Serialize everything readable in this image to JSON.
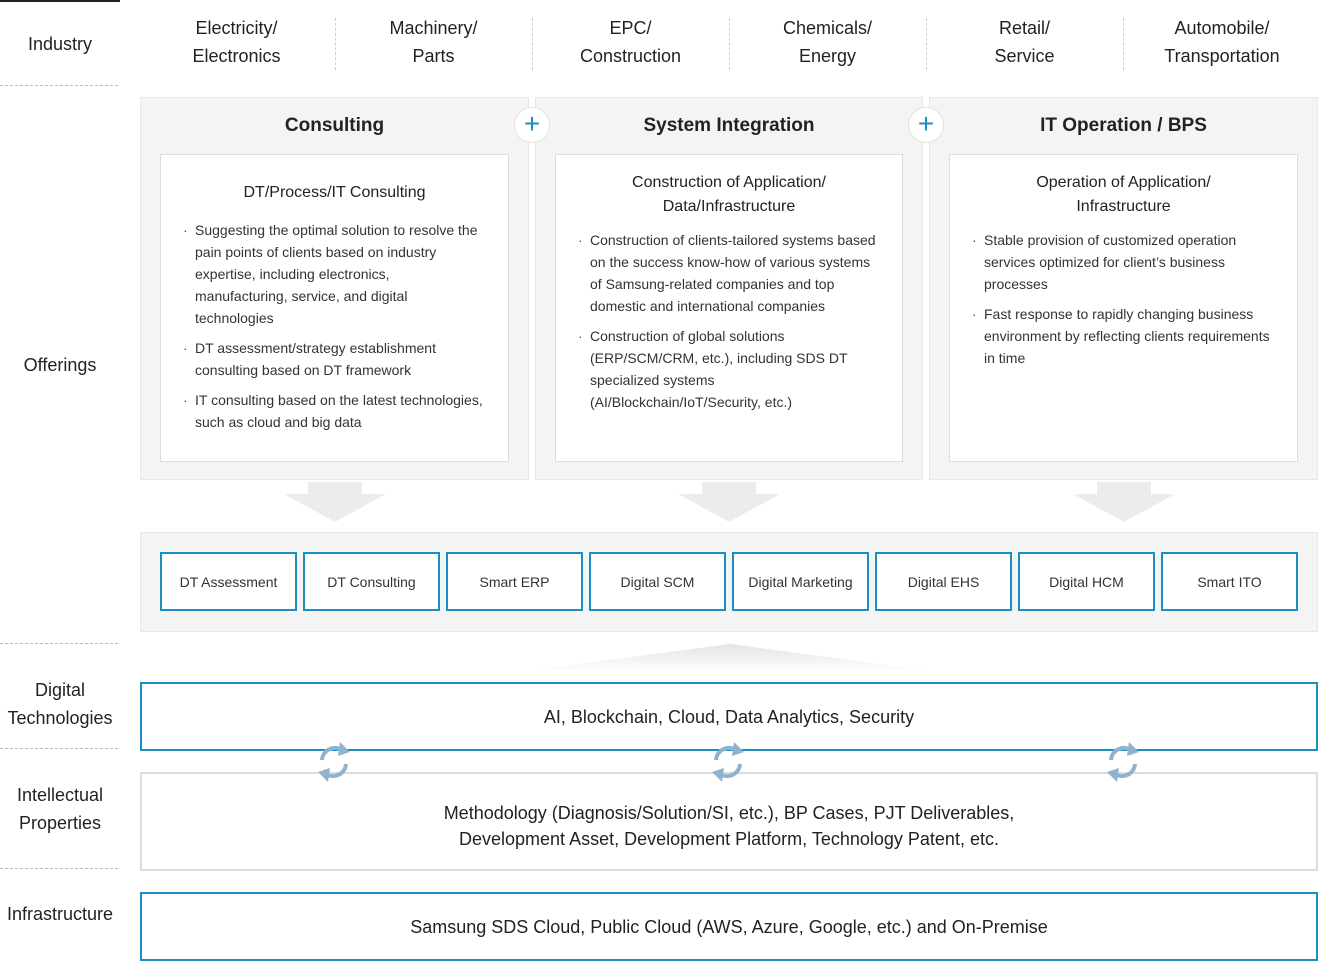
{
  "row_labels": {
    "industry": "Industry",
    "offerings": "Offerings",
    "digital_technologies_line1": "Digital",
    "digital_technologies_line2": "Technologies",
    "intellectual_line1": "Intellectual",
    "intellectual_line2": "Properties",
    "infrastructure": "Infrastructure"
  },
  "industries": [
    {
      "line1": "Electricity/",
      "line2": "Electronics"
    },
    {
      "line1": "Machinery/",
      "line2": "Parts"
    },
    {
      "line1": "EPC/",
      "line2": "Construction"
    },
    {
      "line1": "Chemicals/",
      "line2": "Energy"
    },
    {
      "line1": "Retail/",
      "line2": "Service"
    },
    {
      "line1": "Automobile/",
      "line2": "Transportation"
    }
  ],
  "offerings": [
    {
      "title": "Consulting",
      "subtitle_line1": "DT/Process/IT Consulting",
      "subtitle_line2": "",
      "bullets": [
        " Suggesting the optimal solution to resolve the pain points of clients based on industry expertise, including electronics, manufacturing, service, and digital technologies",
        "DT assessment/strategy establishment consulting based on DT framework",
        "IT consulting based on the latest technologies, such as cloud and big data"
      ]
    },
    {
      "title": "System Integration",
      "subtitle_line1": "Construction of Application/",
      "subtitle_line2": "Data/Infrastructure",
      "bullets": [
        "Construction of clients-tailored systems based on the success know-how of various systems of Samsung-related companies and top domestic and international companies",
        "Construction of global solutions (ERP/SCM/CRM, etc.), including SDS DT specialized systems (AI/Blockchain/IoT/Security, etc.)"
      ]
    },
    {
      "title": "IT Operation / BPS",
      "subtitle_line1": "Operation of Application/",
      "subtitle_line2": "Infrastructure",
      "bullets": [
        "Stable provision of customized operation services optimized for client’s business processes",
        "Fast response to rapidly changing business environment by reflecting clients requirements in time"
      ]
    }
  ],
  "plus_symbol": "+",
  "solutions": [
    "DT Assessment",
    "DT Consulting",
    "Smart ERP",
    "Digital SCM",
    "Digital Marketing",
    "Digital EHS",
    "Digital HCM",
    "Smart ITO"
  ],
  "digital_technologies": "AI, Blockchain, Cloud, Data Analytics, Security",
  "intellectual_properties_line1": "Methodology (Diagnosis/Solution/SI, etc.), BP Cases, PJT Deliverables,",
  "intellectual_properties_line2": "Development Asset, Development Platform, Technology Patent, etc.",
  "infrastructure": "Samsung SDS Cloud, Public Cloud (AWS, Azure, Google, etc.) and On-Premise",
  "colors": {
    "accent": "#1a8fc2",
    "panel_bg": "#f4f4f4",
    "cycle_icon": "#8fb3cc"
  },
  "icons": [
    "plus-icon",
    "down-arrow-icon",
    "cycle-arrows-icon"
  ]
}
